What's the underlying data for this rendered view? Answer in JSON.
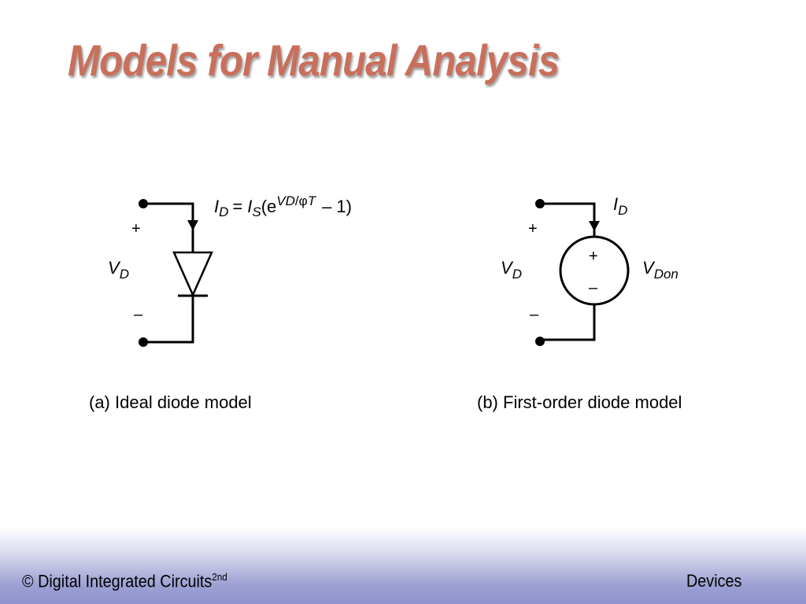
{
  "title": "Models for Manual Analysis",
  "diagram_a": {
    "plus": "+",
    "minus": "–",
    "vd_main": "V",
    "vd_sub": "D",
    "eq_id": "I",
    "eq_id_sub": "D",
    "eq_equals": "=",
    "eq_is": "I",
    "eq_is_sub": "S",
    "eq_paren_open": "(e",
    "eq_exp_v": "V",
    "eq_exp_d": "D",
    "eq_exp_slash": "/",
    "eq_exp_phi": "φ",
    "eq_exp_t": "T",
    "eq_tail": "– 1)",
    "caption": "(a) Ideal diode model"
  },
  "diagram_b": {
    "plus": "+",
    "minus": "–",
    "vd_main": "V",
    "vd_sub": "D",
    "id_main": "I",
    "id_sub": "D",
    "src_plus": "+",
    "src_minus": "–",
    "vdon_main": "V",
    "vdon_sub": "Don",
    "caption": "(b) First-order diode model"
  },
  "footer": {
    "left": "© Digital Integrated Circuits",
    "left_sup": "2nd",
    "right": "Devices"
  }
}
